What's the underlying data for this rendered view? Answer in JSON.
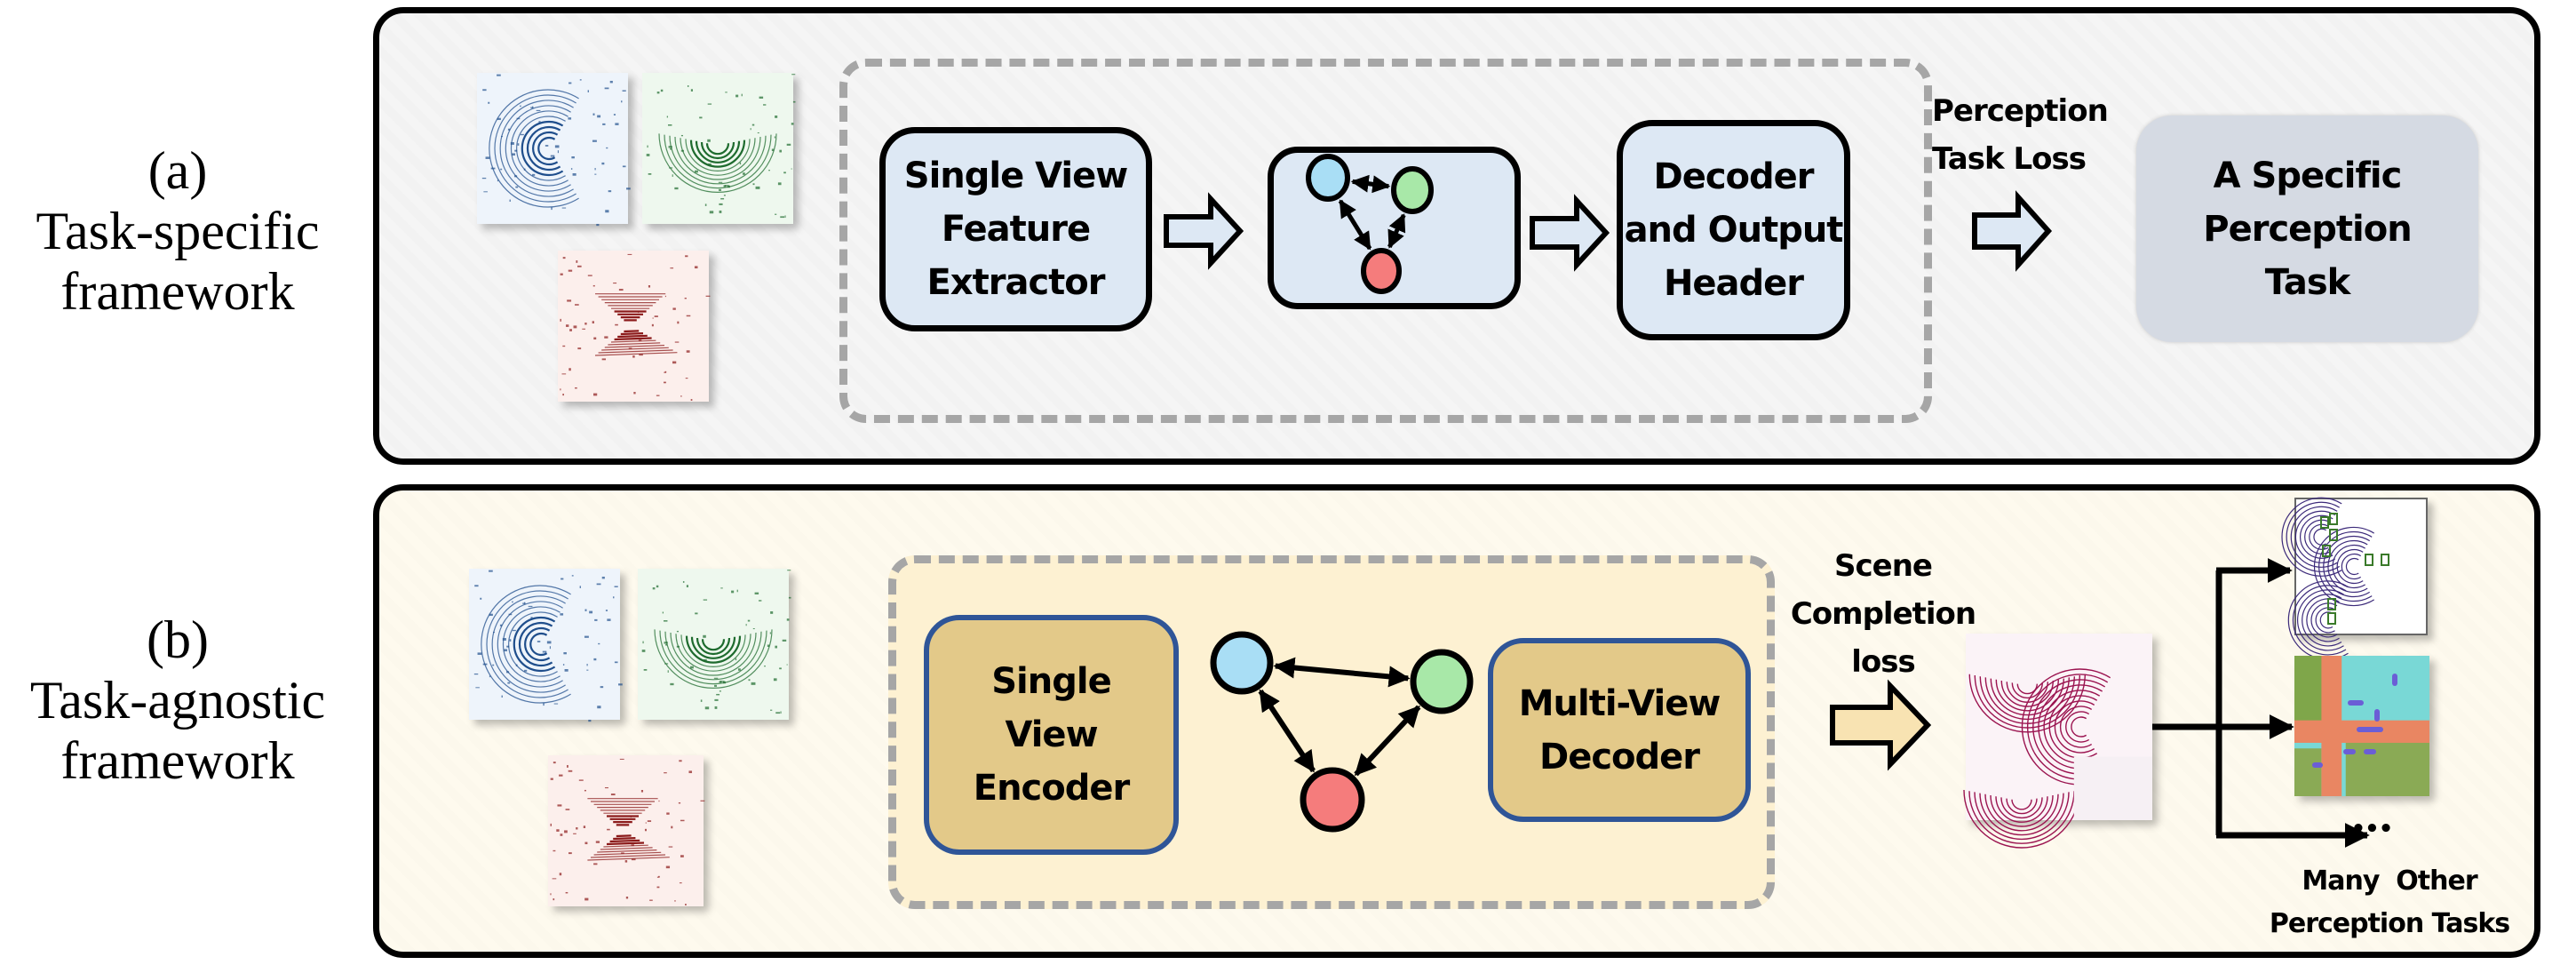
{
  "panel_a": {
    "label_letter": "(a)",
    "label_line1": "Task-specific",
    "label_line2": "framework",
    "inputs": [
      {
        "name": "lidar-view-blue",
        "color": "#1f4e8c",
        "bg": "#eef4fb"
      },
      {
        "name": "lidar-view-green",
        "color": "#1e6b2e",
        "bg": "#eef8ee"
      },
      {
        "name": "lidar-view-red",
        "color": "#8b1a1a",
        "bg": "#fcefec"
      }
    ],
    "extractor": {
      "line1": "Single View",
      "line2": "Feature",
      "line3": "Extractor"
    },
    "decoder": {
      "line1": "Decoder",
      "line2": "and Output",
      "line3": "Header"
    },
    "loss_label": {
      "line1": "Perception",
      "line2": "Task Loss"
    },
    "task": {
      "line1": "A Specific",
      "line2": "Perception",
      "line3": "Task"
    }
  },
  "panel_b": {
    "label_letter": "(b)",
    "label_line1": "Task-agnostic",
    "label_line2": "framework",
    "inputs": [
      {
        "name": "lidar-view-blue",
        "color": "#1f4e8c",
        "bg": "#eef4fb"
      },
      {
        "name": "lidar-view-green",
        "color": "#1e6b2e",
        "bg": "#eef8ee"
      },
      {
        "name": "lidar-view-red",
        "color": "#8b1a1a",
        "bg": "#fcefec"
      }
    ],
    "encoder": {
      "line1": "Single",
      "line2": "View",
      "line3": "Encoder"
    },
    "decoder": {
      "line1": "Multi-View",
      "line2": "Decoder"
    },
    "loss_label": {
      "line1": "Scene",
      "line2": "Completion",
      "line3": "loss"
    },
    "completed_scene_color": "#9b1450",
    "outputs": {
      "detection_color": "#3c2a7a",
      "ellipsis": "•••",
      "many_line1": "Many  Other",
      "many_line2": "Perception Tasks"
    }
  },
  "graph_node_colors": {
    "blue": "#a9def5",
    "green": "#a8e8a8",
    "red": "#f57c7c"
  },
  "colors": {
    "blue_box": "#dde8f4",
    "gold_box": "#e3c989",
    "gold_border": "#2f5597",
    "grey_box": "#d5dae3",
    "dashed_border": "#a6a6a6"
  }
}
